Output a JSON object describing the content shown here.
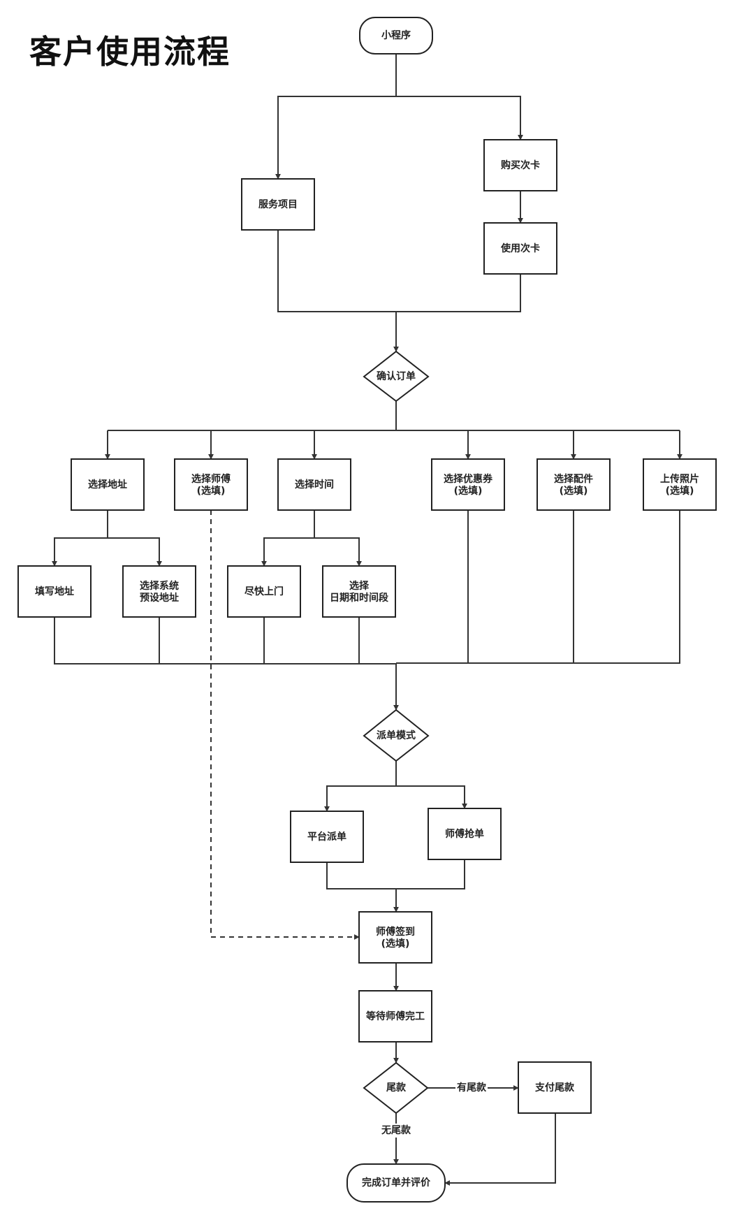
{
  "title": "客户使用流程",
  "nodes": {
    "start": "小程序",
    "service_items": "服务项目",
    "buy_card": "购买次卡",
    "use_card": "使用次卡",
    "confirm_order": "确认订单",
    "select_address": "选择地址",
    "select_master": [
      "选择师傅",
      "(选填)"
    ],
    "select_time": "选择时间",
    "select_coupon": [
      "选择优惠券",
      "(选填)"
    ],
    "select_parts": [
      "选择配件",
      "(选填)"
    ],
    "upload_photo": [
      "上传照片",
      "(选填)"
    ],
    "fill_address": "填写地址",
    "preset_address": [
      "选择系统",
      "预设地址"
    ],
    "asap": "尽快上门",
    "select_date": [
      "选择",
      "日期和时间段"
    ],
    "dispatch_mode": "派单模式",
    "platform_dispatch": "平台派单",
    "master_grab": "师傅抢单",
    "master_checkin": [
      "师傅签到",
      "(选填)"
    ],
    "wait_complete": "等待师傅完工",
    "final_payment": "尾款",
    "pay_final": "支付尾款",
    "complete": "完成订单并评价"
  },
  "edge_labels": {
    "has_final": "有尾款",
    "no_final": "无尾款"
  }
}
